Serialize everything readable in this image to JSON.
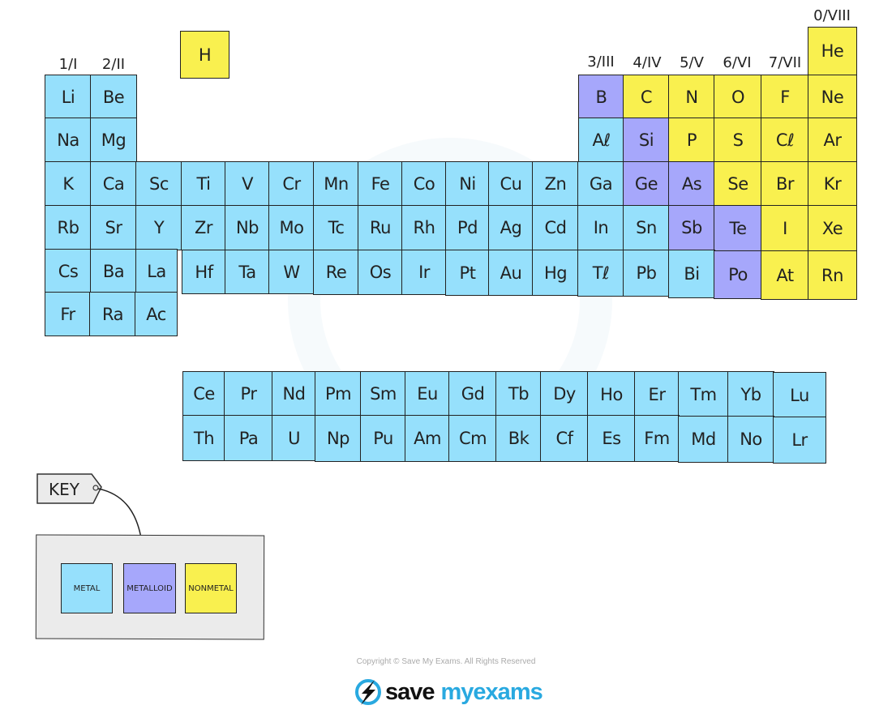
{
  "groups": {
    "g1": "1/I",
    "g2": "2/II",
    "g3": "3/III",
    "g4": "4/IV",
    "g5": "5/V",
    "g6": "6/VI",
    "g7": "7/VII",
    "g0": "0/VIII"
  },
  "colors": {
    "metal": "#96e0fc",
    "metalloid": "#a6a7fb",
    "nonmetal": "#f9f04f",
    "key_bg": "#ebebeb"
  },
  "elements": {
    "H": "H",
    "He": "He",
    "Li": "Li",
    "Be": "Be",
    "B": "B",
    "C": "C",
    "N": "N",
    "O": "O",
    "F": "F",
    "Ne": "Ne",
    "Na": "Na",
    "Mg": "Mg",
    "Al": "Aℓ",
    "Si": "Si",
    "P": "P",
    "S": "S",
    "Cl": "Cℓ",
    "Ar": "Ar",
    "K": "K",
    "Ca": "Ca",
    "Sc": "Sc",
    "Ti": "Ti",
    "V": "V",
    "Cr": "Cr",
    "Mn": "Mn",
    "Fe": "Fe",
    "Co": "Co",
    "Ni": "Ni",
    "Cu": "Cu",
    "Zn": "Zn",
    "Ga": "Ga",
    "Ge": "Ge",
    "As": "As",
    "Se": "Se",
    "Br": "Br",
    "Kr": "Kr",
    "Rb": "Rb",
    "Sr": "Sr",
    "Y": "Y",
    "Zr": "Zr",
    "Nb": "Nb",
    "Mo": "Mo",
    "Tc": "Tc",
    "Ru": "Ru",
    "Rh": "Rh",
    "Pd": "Pd",
    "Ag": "Ag",
    "Cd": "Cd",
    "In": "In",
    "Sn": "Sn",
    "Sb": "Sb",
    "Te": "Te",
    "I": "I",
    "Xe": "Xe",
    "Cs": "Cs",
    "Ba": "Ba",
    "La": "La",
    "Hf": "Hf",
    "Ta": "Ta",
    "W": "W",
    "Re": "Re",
    "Os": "Os",
    "Ir": "Ir",
    "Pt": "Pt",
    "Au": "Au",
    "Hg": "Hg",
    "Tl": "Tℓ",
    "Pb": "Pb",
    "Bi": "Bi",
    "Po": "Po",
    "At": "At",
    "Rn": "Rn",
    "Fr": "Fr",
    "Ra": "Ra",
    "Ac": "Ac",
    "Ce": "Ce",
    "Pr": "Pr",
    "Nd": "Nd",
    "Pm": "Pm",
    "Sm": "Sm",
    "Eu": "Eu",
    "Gd": "Gd",
    "Tb": "Tb",
    "Dy": "Dy",
    "Ho": "Ho",
    "Er": "Er",
    "Tm": "Tm",
    "Yb": "Yb",
    "Lu": "Lu",
    "Th": "Th",
    "Pa": "Pa",
    "U": "U",
    "Np": "Np",
    "Pu": "Pu",
    "Am": "Am",
    "Cm": "Cm",
    "Bk": "Bk",
    "Cf": "Cf",
    "Es": "Es",
    "Fm": "Fm",
    "Md": "Md",
    "No": "No",
    "Lr": "Lr"
  },
  "key": {
    "tag_label": "KEY",
    "metal": "METAL",
    "metalloid": "METALLOID",
    "nonmetal": "NONMETAL"
  },
  "footer": {
    "copyright": "Copyright © Save My Exams. All Rights Reserved",
    "logo_part1": "save",
    "logo_part2": "myexams"
  }
}
